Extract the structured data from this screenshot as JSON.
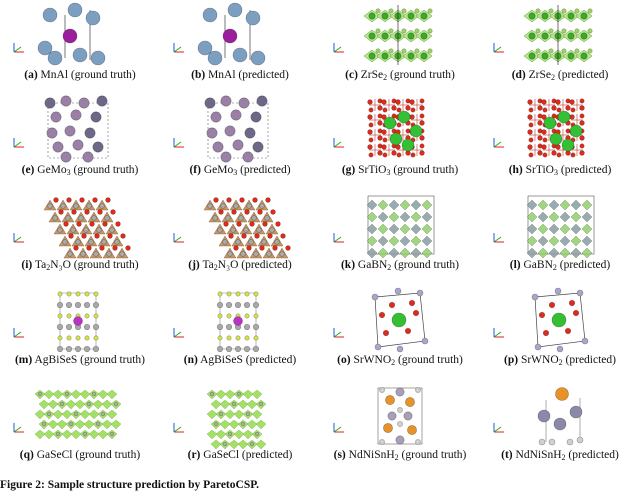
{
  "panels": [
    {
      "tag": "(a)",
      "pre": "MnAl",
      "sub": "",
      "post": "",
      "mode": "(ground truth)",
      "kind": "mnal",
      "colors": [
        "#7c9ec0",
        "#9b1f9b"
      ]
    },
    {
      "tag": "(b)",
      "pre": "MnAl",
      "sub": "",
      "post": "",
      "mode": "(predicted)",
      "kind": "mnal",
      "colors": [
        "#7c9ec0",
        "#9b1f9b"
      ]
    },
    {
      "tag": "(c)",
      "pre": "ZrSe",
      "sub": "2",
      "post": "",
      "mode": "(ground truth)",
      "kind": "zrse",
      "colors": [
        "#9bd95a",
        "#3aaa2a"
      ]
    },
    {
      "tag": "(d)",
      "pre": "ZrSe",
      "sub": "2",
      "post": "",
      "mode": "(predicted)",
      "kind": "zrse",
      "colors": [
        "#9bd95a",
        "#3aaa2a"
      ]
    },
    {
      "tag": "(e)",
      "pre": "GeMo",
      "sub": "3",
      "post": "",
      "mode": "(ground truth)",
      "kind": "gemo",
      "colors": [
        "#9a7fa6",
        "#6e6888"
      ]
    },
    {
      "tag": "(f)",
      "pre": "GeMo",
      "sub": "3",
      "post": "",
      "mode": "(predicted)",
      "kind": "gemo",
      "colors": [
        "#9a7fa6",
        "#6e6888"
      ]
    },
    {
      "tag": "(g)",
      "pre": "SrTiO",
      "sub": "3",
      "post": "",
      "mode": "(ground truth)",
      "kind": "srtio",
      "colors": [
        "#e02a1a",
        "#33c033"
      ]
    },
    {
      "tag": "(h)",
      "pre": "SrTiO",
      "sub": "3",
      "post": "",
      "mode": "(predicted)",
      "kind": "srtio",
      "colors": [
        "#e02a1a",
        "#33c033"
      ]
    },
    {
      "tag": "(i)",
      "pre": "Ta",
      "sub": "2",
      "post": "N₃O",
      "mode": "(ground truth)",
      "kind": "tano",
      "colors": [
        "#c79563",
        "#a9a9a9",
        "#e02a1a"
      ]
    },
    {
      "tag": "(j)",
      "pre": "Ta",
      "sub": "2",
      "post": "N₃O",
      "mode": "(predicted)",
      "kind": "tano",
      "colors": [
        "#c79563",
        "#a9a9a9",
        "#e02a1a"
      ]
    },
    {
      "tag": "(k)",
      "pre": "GaBN",
      "sub": "2",
      "post": "",
      "mode": "(ground truth)",
      "kind": "gabn",
      "colors": [
        "#8fcf6a",
        "#8a9aa4"
      ]
    },
    {
      "tag": "(l)",
      "pre": "GaBN",
      "sub": "2",
      "post": "",
      "mode": "(predicted)",
      "kind": "gabn",
      "colors": [
        "#8fcf6a",
        "#8a9aa4"
      ]
    },
    {
      "tag": "(m)",
      "pre": "AgBiSeS",
      "sub": "",
      "post": "",
      "mode": "(ground truth)",
      "kind": "agbi",
      "colors": [
        "#d6e04a",
        "#a9a9a9",
        "#b833c6"
      ]
    },
    {
      "tag": "(n)",
      "pre": "AgBiSeS",
      "sub": "",
      "post": "",
      "mode": "(predicted)",
      "kind": "agbi",
      "colors": [
        "#d6e04a",
        "#a9a9a9",
        "#b833c6"
      ]
    },
    {
      "tag": "(o)",
      "pre": "SrWNO",
      "sub": "2",
      "post": "",
      "mode": "(ground truth)",
      "kind": "srwno",
      "colors": [
        "#33c033",
        "#e02a1a",
        "#a6a8c8"
      ]
    },
    {
      "tag": "(p)",
      "pre": "SrWNO",
      "sub": "2",
      "post": "",
      "mode": "(predicted)",
      "kind": "srwno",
      "colors": [
        "#33c033",
        "#e02a1a",
        "#a6a8c8"
      ]
    },
    {
      "tag": "(q)",
      "pre": "GaSeCl",
      "sub": "",
      "post": "",
      "mode": "(ground truth)",
      "kind": "gasecl",
      "colors": [
        "#99dd55",
        "#b0b0b0"
      ]
    },
    {
      "tag": "(r)",
      "pre": "GaSeCl",
      "sub": "",
      "post": "",
      "mode": "(predicted)",
      "kind": "gasecl_p",
      "colors": [
        "#99dd55",
        "#b0b0b0"
      ]
    },
    {
      "tag": "(s)",
      "pre": "NdNiSnH",
      "sub": "2",
      "post": "",
      "mode": "(ground truth)",
      "kind": "ndni",
      "colors": [
        "#e8922a",
        "#a8a0b8",
        "#d0d0d0"
      ]
    },
    {
      "tag": "(t)",
      "pre": "NdNiSnH",
      "sub": "2",
      "post": "",
      "mode": "(predicted)",
      "kind": "ndni_p",
      "colors": [
        "#e8922a",
        "#8a8aa8",
        "#d0d0d0"
      ]
    }
  ],
  "footer": "Figure 2: Sample structure prediction by ParetoCSP."
}
